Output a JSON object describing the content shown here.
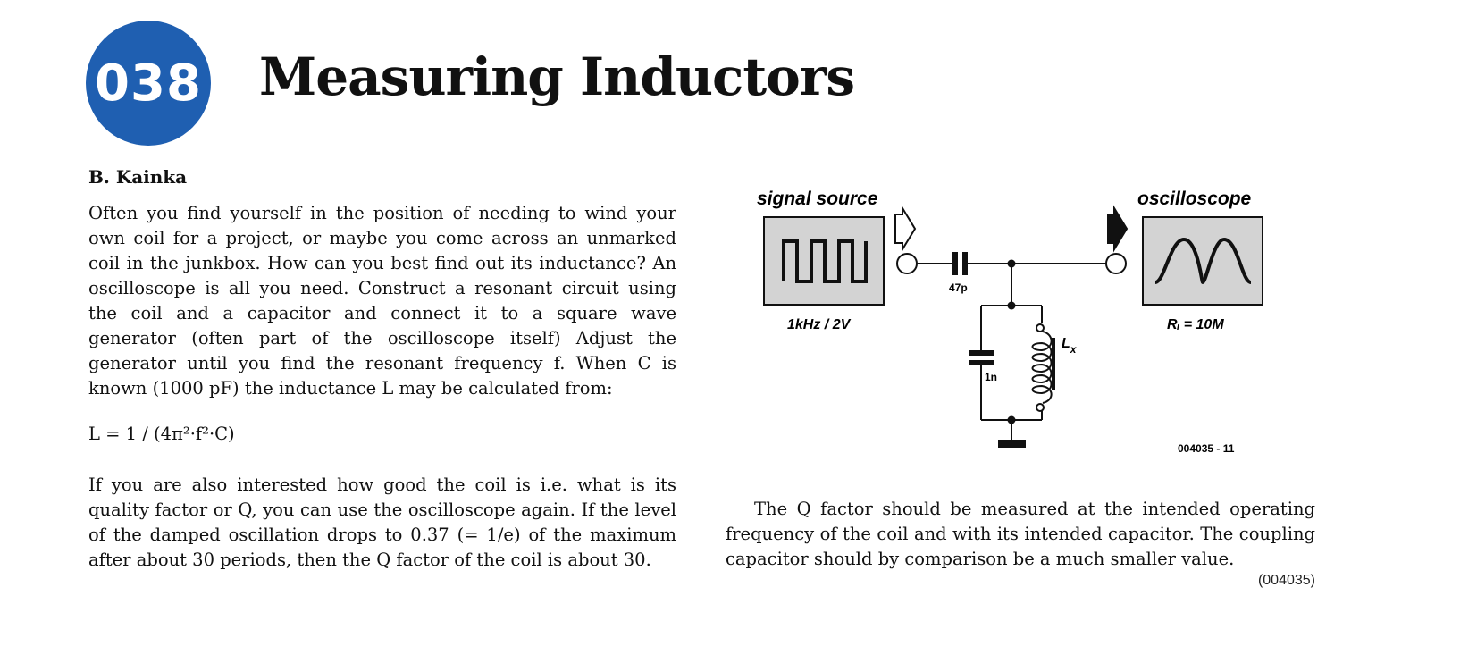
{
  "header": {
    "number": "038",
    "title": "Measuring Inductors"
  },
  "author": "B. Kainka",
  "body": {
    "paragraph1": "Often you find yourself in the position of needing to wind your own coil for a project, or maybe you come across an unmarked coil in the junkbox. How can you best find out its inductance? An oscilloscope is all you need. Construct a resonant circuit using the coil and a capacitor and connect it to a square wave generator (often part of the oscilloscope itself) Adjust the generator until you find the resonant frequency f. When C is known (1000 pF) the inductance L may be calculated from:",
    "formula": "L = 1 / (4π²·f²·C)",
    "paragraph2": "If you are also interested how good the coil is i.e. what is its quality factor or Q, you can use the oscilloscope again. If the level of the damped oscillation drops to 0.37 (= 1/e) of the maximum after about 30 periods, then the Q factor of the coil is about 30.",
    "paragraph3": "The Q factor should be measured at the intended operating frequency of the coil and with its intended capacitor. The coupling capacitor should by comparison be a much smaller value.",
    "reference": "(004035)"
  },
  "diagram": {
    "signal_source_label": "signal source",
    "signal_spec": "1kHz / 2V",
    "oscilloscope_label": "oscilloscope",
    "scope_spec": "Rᵢ = 10M",
    "coupling_cap": "47p",
    "tank_cap": "1n",
    "inductor_label": "L",
    "inductor_sub": "x",
    "figure_code": "004035 - 11",
    "accent_color": "#1f5fb1",
    "box_fill": "#d3d3d3"
  }
}
